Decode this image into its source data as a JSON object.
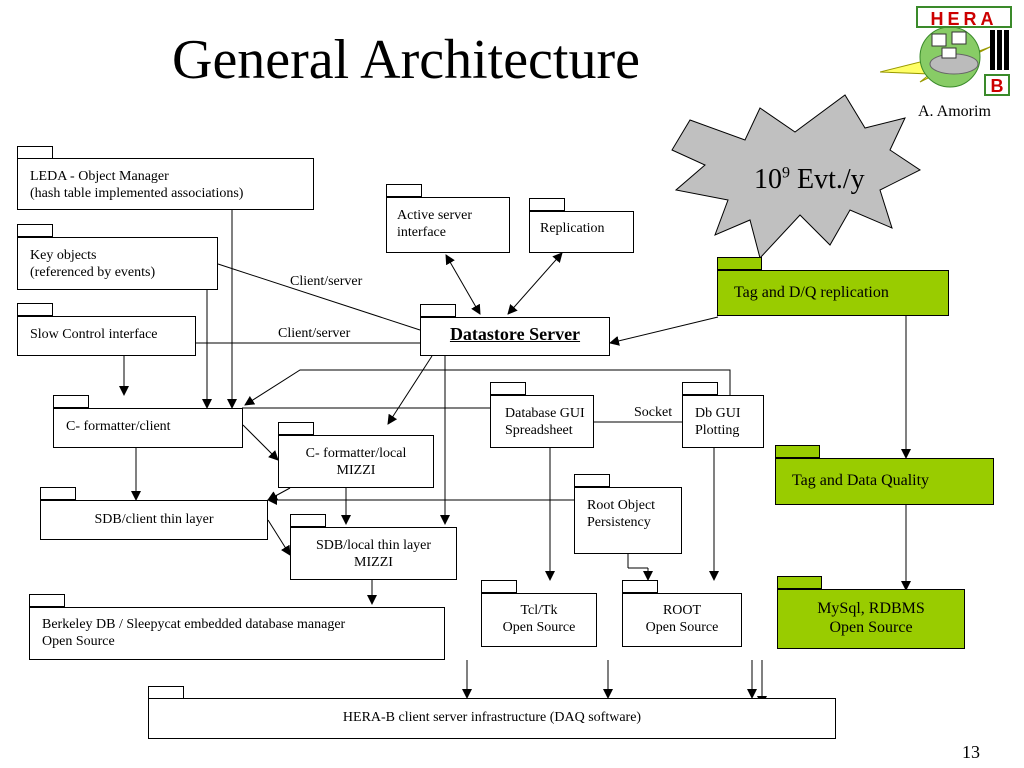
{
  "slide": {
    "title": "General Architecture",
    "author": "A. Amorim",
    "page_number": "13"
  },
  "logo": {
    "top": "HERA",
    "bottom": "B"
  },
  "starburst": {
    "base": "10",
    "exponent": "9",
    "suffix": " Evt./y"
  },
  "boxes": {
    "leda_line1": "LEDA - Object Manager",
    "leda_line2": "(hash table implemented associations)",
    "key_line1": "Key objects",
    "key_line2": "(referenced by events)",
    "slow_control": "Slow Control interface",
    "active_line1": "Active server",
    "active_line2": "interface",
    "replication": "Replication",
    "datastore": "Datastore Server",
    "tag_dq_replication": "Tag and D/Q replication",
    "c_formatter_client": "C- formatter/client",
    "dbgui_line1": "Database GUI",
    "dbgui_line2": "Spreadsheet",
    "dbplot_line1": "Db GUI",
    "dbplot_line2": "Plotting",
    "c_local_line1": "C- formatter/local",
    "c_local_line2": "MIZZI",
    "tag_data_quality": "Tag and Data Quality",
    "root_obj_line1": "Root Object",
    "root_obj_line2": "Persistency",
    "sdb_client": "SDB/client thin  layer",
    "sdb_local_line1": "SDB/local thin layer",
    "sdb_local_line2": "MIZZI",
    "tcltk_line1": "Tcl/Tk",
    "tcltk_line2": "Open Source",
    "root_line1": "ROOT",
    "root_line2": "Open  Source",
    "mysql_line1": "MySql, RDBMS",
    "mysql_line2": "Open Source",
    "berkeley_line1": "Berkeley DB / Sleepycat embedded database manager",
    "berkeley_line2": "Open Source",
    "herab": "HERA-B client server infrastructure (DAQ software)"
  },
  "labels": {
    "client_server_1": "Client/server",
    "client_server_2": "Client/server",
    "socket": "Socket"
  },
  "colors": {
    "green": "#99cc00",
    "starburst": "#c0c0c0"
  }
}
